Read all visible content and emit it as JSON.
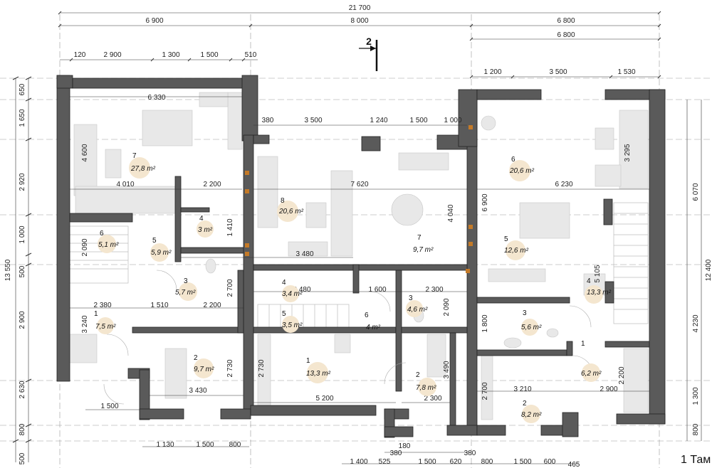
{
  "plan": {
    "title": "1 Там",
    "section_mark": "2",
    "top_dims": {
      "overall": "21 700",
      "row2": [
        {
          "v": "6 900"
        },
        {
          "v": "8 000"
        },
        {
          "v": "6 800"
        }
      ],
      "row3_right": "6 800",
      "row4_left": [
        {
          "v": "120"
        },
        {
          "v": "2 900"
        },
        {
          "v": "1 300"
        },
        {
          "v": "1 500"
        },
        {
          "v": "510"
        }
      ],
      "row4_right": [
        {
          "v": "1 200"
        },
        {
          "v": "3 500"
        },
        {
          "v": "1 530"
        }
      ]
    },
    "left_dims": {
      "overall": "13 550",
      "chain": [
        {
          "v": "650"
        },
        {
          "v": "1 650"
        },
        {
          "v": "2 920"
        },
        {
          "v": "1 000"
        },
        {
          "v": "500"
        },
        {
          "v": "2 900"
        },
        {
          "v": "2 630"
        },
        {
          "v": "800"
        },
        {
          "v": "500"
        }
      ]
    },
    "right_dims": {
      "overall": "12 400",
      "chain": [
        {
          "v": "6 070"
        },
        {
          "v": "4 230"
        },
        {
          "v": "1 300"
        },
        {
          "v": "800"
        }
      ]
    },
    "bottom_dims": {
      "row1": [
        {
          "v": "1 130"
        },
        {
          "v": "1 500"
        },
        {
          "v": "800"
        }
      ],
      "row2": [
        {
          "v": "380"
        },
        {
          "v": "180"
        },
        {
          "v": "380"
        }
      ],
      "row3": [
        {
          "v": "1 400"
        },
        {
          "v": "525"
        },
        {
          "v": "1 500"
        },
        {
          "v": "620"
        },
        {
          "v": "800"
        },
        {
          "v": "1 500"
        },
        {
          "v": "600"
        },
        {
          "v": "465"
        }
      ]
    },
    "inner_dims": [
      {
        "v": "6 330"
      },
      {
        "v": "4 600"
      },
      {
        "v": "4 010"
      },
      {
        "v": "2 200"
      },
      {
        "v": "380"
      },
      {
        "v": "3 500"
      },
      {
        "v": "1 240"
      },
      {
        "v": "1 500"
      },
      {
        "v": "1 000"
      },
      {
        "v": "7 620"
      },
      {
        "v": "4 040"
      },
      {
        "v": "6 900"
      },
      {
        "v": "6 230"
      },
      {
        "v": "3 295"
      },
      {
        "v": "1 410"
      },
      {
        "v": "2 090"
      },
      {
        "v": "3 480"
      },
      {
        "v": "3 480"
      },
      {
        "v": "1 600"
      },
      {
        "v": "2 300"
      },
      {
        "v": "2 090"
      },
      {
        "v": "5 105"
      },
      {
        "v": "2 700"
      },
      {
        "v": "2 380"
      },
      {
        "v": "1 510"
      },
      {
        "v": "2 200"
      },
      {
        "v": "3 240"
      },
      {
        "v": "1 800"
      },
      {
        "v": "2 730"
      },
      {
        "v": "2 730"
      },
      {
        "v": "3 490"
      },
      {
        "v": "3 430"
      },
      {
        "v": "5 200"
      },
      {
        "v": "2 300"
      },
      {
        "v": "2 700"
      },
      {
        "v": "3 210"
      },
      {
        "v": "2 900"
      },
      {
        "v": "2 200"
      },
      {
        "v": "1 500"
      }
    ],
    "rooms": [
      {
        "n": "7",
        "a": "27,8 m²"
      },
      {
        "n": "8",
        "a": "20,6 m²"
      },
      {
        "n": "6",
        "a": "20,6 m²"
      },
      {
        "n": "4",
        "a": "3 m²"
      },
      {
        "n": "6",
        "a": "5,1 m²"
      },
      {
        "n": "5",
        "a": "5,9 m²"
      },
      {
        "n": "7",
        "a": "9,7 m²"
      },
      {
        "n": "5",
        "a": "12,6 m²"
      },
      {
        "n": "3",
        "a": "5,7 m²"
      },
      {
        "n": "4",
        "a": "3,4 m²"
      },
      {
        "n": "3",
        "a": "4,6 m²"
      },
      {
        "n": "4",
        "a": "13,3 m²"
      },
      {
        "n": "5",
        "a": "3,5 m²"
      },
      {
        "n": "6",
        "a": "4 m²"
      },
      {
        "n": "3",
        "a": "5,6 m²"
      },
      {
        "n": "1",
        "a": "7,5 m²"
      },
      {
        "n": "2",
        "a": "9,7 m²"
      },
      {
        "n": "1",
        "a": "13,3 m²"
      },
      {
        "n": "2",
        "a": "7,8 m²"
      },
      {
        "n": "1",
        "a": "6,2 m²"
      },
      {
        "n": "2",
        "a": "8,2 m²"
      }
    ]
  }
}
